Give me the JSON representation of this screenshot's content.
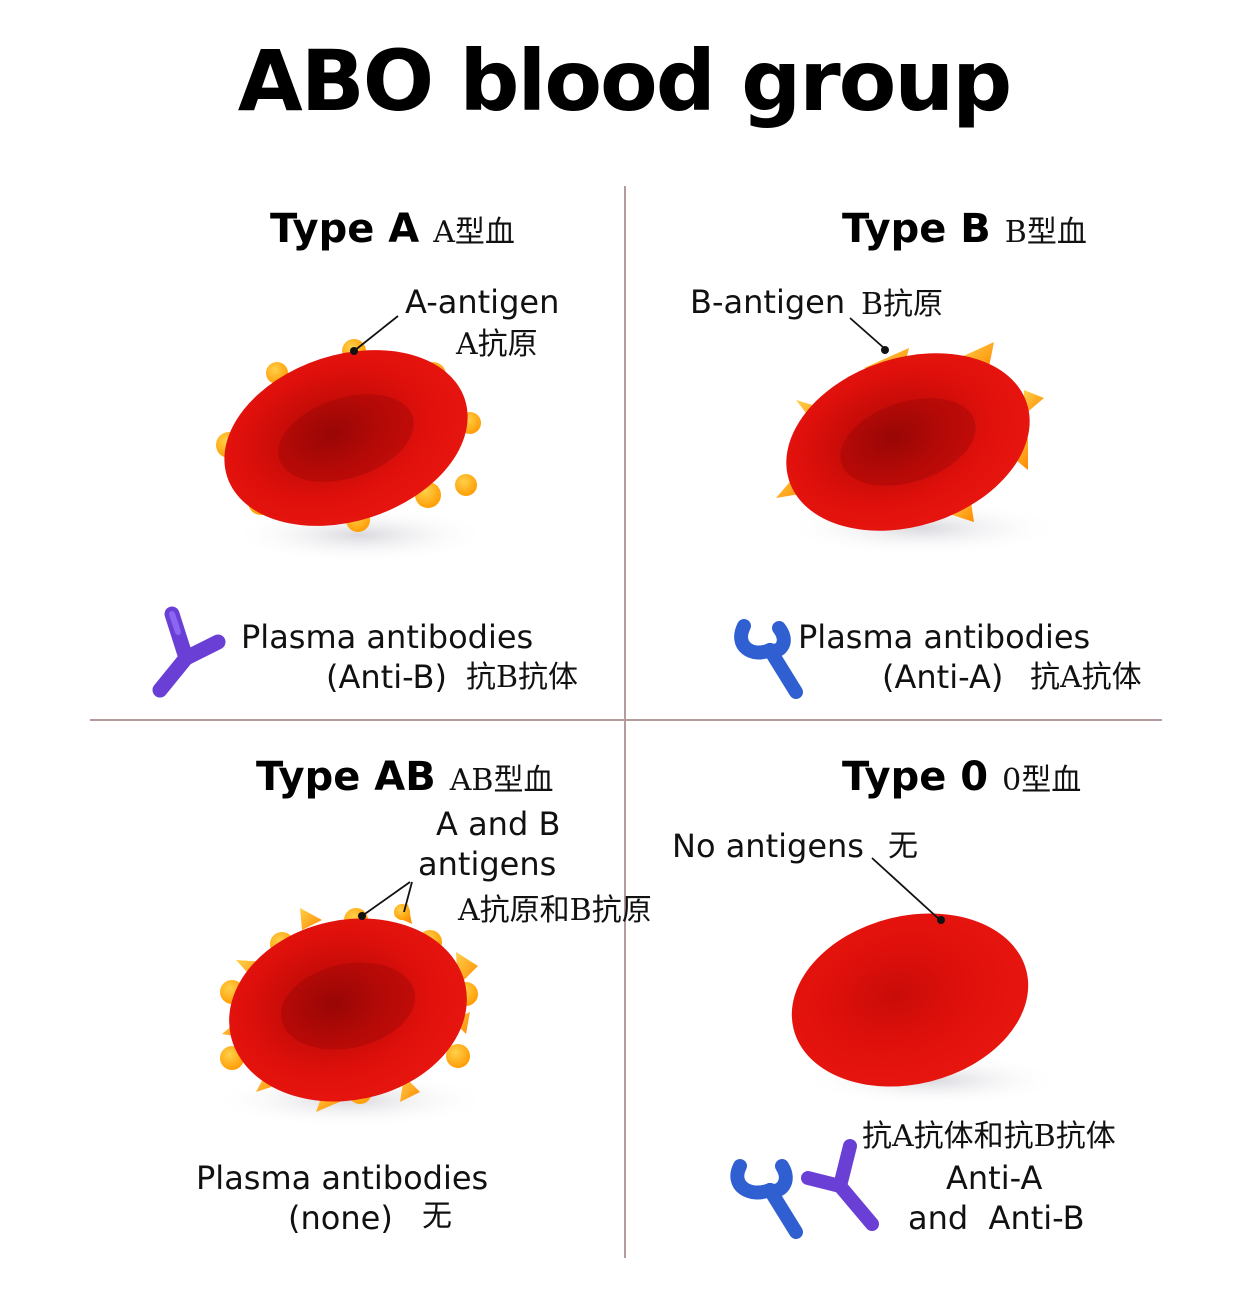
{
  "title": "ABO blood group",
  "quadrants": {
    "a": {
      "type_en": "Type A",
      "type_zh": "A型血",
      "antigen_en": "A-antigen",
      "antigen_zh": "A抗原",
      "antibody_line1": "Plasma antibodies",
      "antibody_line2": "(Anti-B)",
      "antibody_zh": "抗B抗体",
      "antibody_icon": "antibody-y-icon",
      "antibody_color": "#6a3fd6"
    },
    "b": {
      "type_en": "Type B",
      "type_zh": "B型血",
      "antigen_en": "B-antigen",
      "antigen_zh": "B抗原",
      "antibody_line1": "Plasma antibodies",
      "antibody_line2": "(Anti-A)",
      "antibody_zh": "抗A抗体",
      "antibody_icon": "antibody-u-icon",
      "antibody_color": "#2f5fd0"
    },
    "ab": {
      "type_en": "Type AB",
      "type_zh": "AB型血",
      "antigen_en_line1": "A and B",
      "antigen_en_line2": "antigens",
      "antigen_zh": "A抗原和B抗原",
      "antibody_line1": "Plasma antibodies",
      "antibody_line2": "(none)",
      "antibody_zh": "无"
    },
    "o": {
      "type_en": "Type 0",
      "type_zh": "0型血",
      "antigen_en": "No antigens",
      "antigen_zh": "无",
      "antibody_zh": "抗A抗体和抗B抗体",
      "antibody_line1": "Anti-A",
      "antibody_line2": "and  Anti-B"
    }
  },
  "colors": {
    "cell_red": "#e0100c",
    "cell_dark": "#9e0806",
    "antigen_a": "#ffb01a",
    "antigen_b": "#ff9a10",
    "divider": "#b59c9c"
  }
}
